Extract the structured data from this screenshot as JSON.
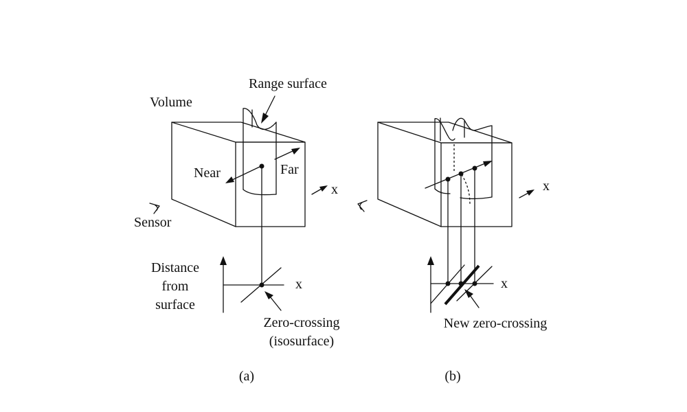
{
  "panel_a": {
    "label_volume": "Volume",
    "label_range_surface": "Range surface",
    "label_near": "Near",
    "label_far": "Far",
    "label_x_volume": "x",
    "label_sensor": "Sensor",
    "label_distance_1": "Distance",
    "label_distance_2": "from",
    "label_distance_3": "surface",
    "label_x_plot": "x",
    "label_zero_crossing_1": "Zero-crossing",
    "label_zero_crossing_2": "(isosurface)",
    "caption": "(a)"
  },
  "panel_b": {
    "label_x_volume": "x",
    "label_x_plot": "x",
    "label_new_zero_crossing": "New zero-crossing",
    "caption": "(b)"
  }
}
